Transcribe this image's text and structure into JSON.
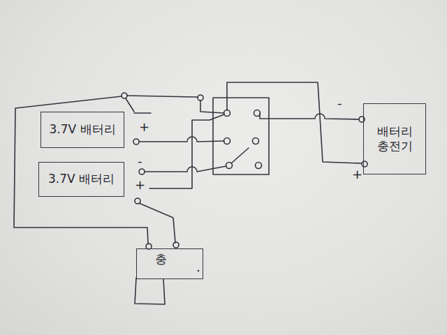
{
  "diagram": {
    "nodes": [
      {
        "text": [
          "3.7V 배터리"
        ]
      },
      {
        "text": [
          "3.7V 배터리"
        ]
      },
      {
        "text": [
          "배터리 충전기"
        ]
      },
      {
        "text": [
          "충"
        ]
      }
    ],
    "labels": [
      "+",
      "-",
      "+",
      "-",
      "+"
    ]
  }
}
